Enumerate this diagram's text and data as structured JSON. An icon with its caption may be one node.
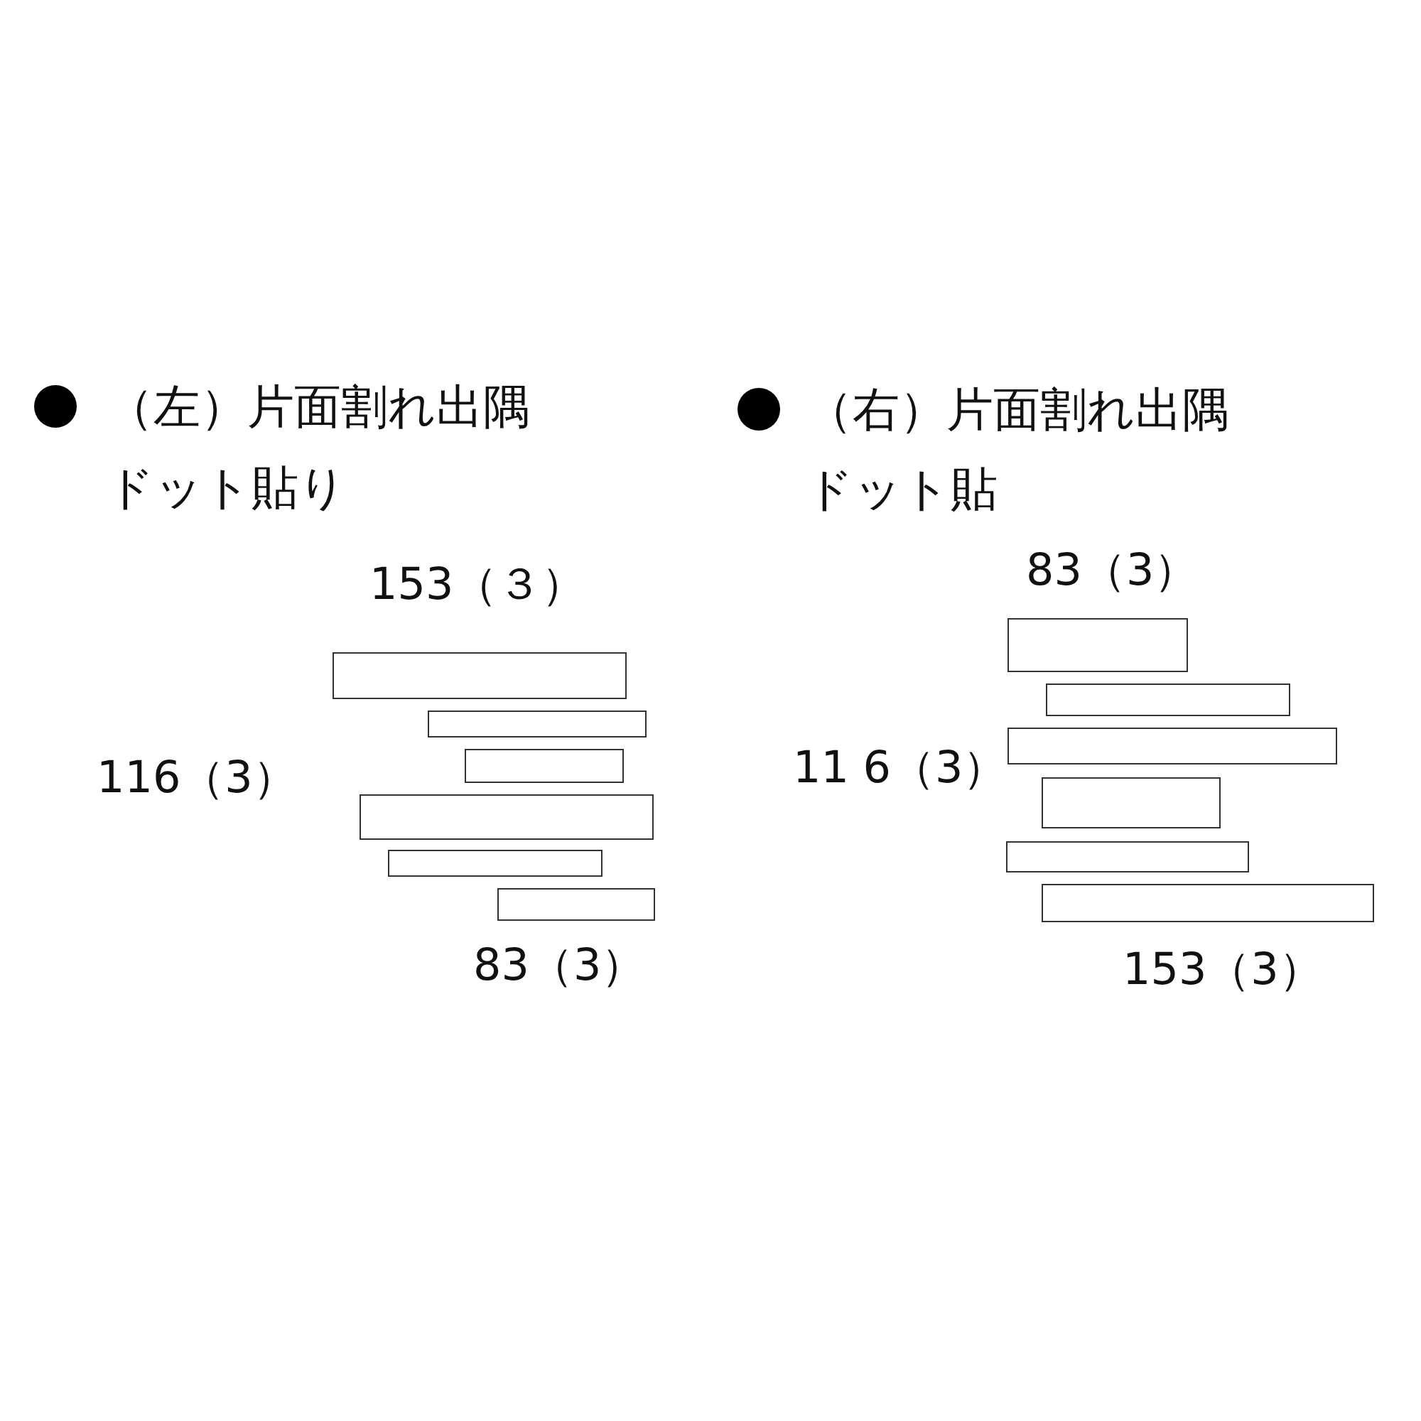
{
  "diagram": {
    "nodes": [
      {
        "text": [],
        "shape": "box"
      },
      {
        "text": [],
        "shape": "box"
      },
      {
        "text": [],
        "shape": "box"
      },
      {
        "text": [],
        "shape": "box"
      },
      {
        "text": [],
        "shape": "box"
      },
      {
        "text": [],
        "shape": "box"
      },
      {
        "text": [],
        "shape": "box"
      },
      {
        "text": [],
        "shape": "box"
      },
      {
        "text": [],
        "shape": "box"
      },
      {
        "text": [],
        "shape": "box"
      },
      {
        "text": [],
        "shape": "box"
      },
      {
        "text": [],
        "shape": "box"
      }
    ],
    "labels": [
      "（左）片面割れ出隅",
      "ドット貼り",
      "153（３）",
      "116（3）",
      "83（3）",
      "（右）片面割れ出隅",
      "ドット貼",
      "83（3）",
      "11 6（3）",
      "153（3）"
    ]
  }
}
